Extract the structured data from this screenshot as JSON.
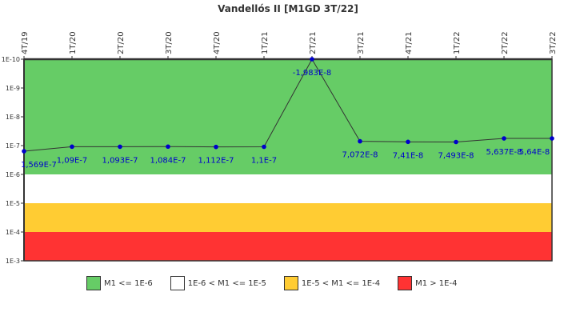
{
  "chart_data": {
    "type": "line",
    "title": "Vandellós II [M1GD 3T/22]",
    "xlabel": "",
    "ylabel": "",
    "y_scale": "log",
    "y_inverted": true,
    "y_ticks": [
      "1E-10",
      "1E-9",
      "1E-8",
      "1E-7",
      "1E-6",
      "1E-5",
      "1E-4",
      "1E-3"
    ],
    "ylim": [
      1e-10,
      0.001
    ],
    "categories": [
      "4T/19",
      "1T/20",
      "2T/20",
      "3T/20",
      "4T/20",
      "1T/21",
      "2T/21",
      "3T/21",
      "4T/21",
      "1T/22",
      "2T/22",
      "3T/22"
    ],
    "series": [
      {
        "name": "M1GD",
        "values": [
          1.569e-07,
          1.09e-07,
          1.093e-07,
          1.084e-07,
          1.112e-07,
          1.1e-07,
          -1.983e-08,
          7.072e-08,
          7.41e-08,
          7.493e-08,
          5.637e-08,
          5.64e-08
        ],
        "labels": [
          "1,569E-7",
          "1,09E-7",
          "1,093E-7",
          "1,084E-7",
          "1,112E-7",
          "1,1E-7",
          "-1,983E-8",
          "7,072E-8",
          "7,41E-8",
          "7,493E-8",
          "5,637E-8",
          "5,64E-8"
        ],
        "color": "#0000cc",
        "line_color": "#333333"
      }
    ],
    "bands": [
      {
        "label": "M1 <= 1E-6",
        "from": 1e-10,
        "to": 1e-06,
        "color": "#66cc66"
      },
      {
        "label": "1E-6 < M1 <= 1E-5",
        "from": 1e-06,
        "to": 1e-05,
        "color": "#ffffff"
      },
      {
        "label": "1E-5 < M1 <= 1E-4",
        "from": 1e-05,
        "to": 0.0001,
        "color": "#ffcc33"
      },
      {
        "label": "M1 > 1E-4",
        "from": 0.0001,
        "to": 0.001,
        "color": "#ff3333"
      }
    ],
    "grid": false,
    "legend_position": "bottom"
  },
  "legend": [
    {
      "label": "M1 <= 1E-6",
      "color": "#66cc66"
    },
    {
      "label": "1E-6 < M1 <= 1E-5",
      "color": "#ffffff"
    },
    {
      "label": "1E-5 < M1 <= 1E-4",
      "color": "#ffcc33"
    },
    {
      "label": "M1 > 1E-4",
      "color": "#ff3333"
    }
  ]
}
